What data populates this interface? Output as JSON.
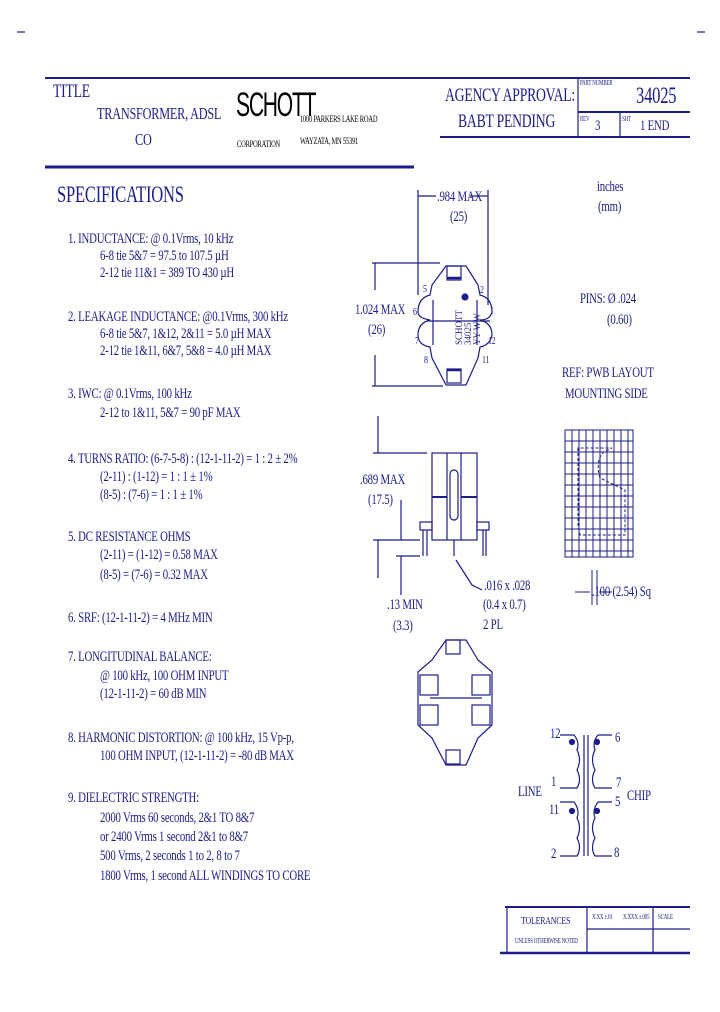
{
  "title_block": {
    "title_label": "TITLE",
    "title_line1": "TRANSFORMER, ADSL",
    "title_line2": "CO",
    "company_logo": "SCHOTT",
    "company_sub": "CORPORATION",
    "address_line1": "1000 PARKERS LAKE ROAD",
    "address_line2": "WAYZATA, MN  55391",
    "agency_line1": "AGENCY APPROVAL:",
    "agency_line2": "BABT PENDING",
    "part_number_label": "PART NUMBER",
    "part_number": "34025",
    "rev_label": "REV",
    "rev": "3",
    "sheet_label": "SHT",
    "sheet": "1 END"
  },
  "specifications": {
    "heading": "SPECIFICATIONS",
    "items": [
      {
        "title": "1. INDUCTANCE: @ 0.1Vrms, 10 kHz",
        "lines": [
          "6-8 tie 5&7 = 97.5 to 107.5 µH",
          "2-12 tie 11&1 = 389 TO 430 µH"
        ]
      },
      {
        "title": "2. LEAKAGE INDUCTANCE: @0.1Vrms, 300 kHz",
        "lines": [
          "6-8 tie 5&7, 1&12, 2&11 = 5.0 µH MAX",
          "2-12 tie 1&11, 6&7, 5&8 = 4.0 µH MAX"
        ]
      },
      {
        "title": "3. IWC: @ 0.1Vrms, 100 kHz",
        "lines": [
          "2-12 to 1&11, 5&7 = 90 pF MAX"
        ]
      },
      {
        "title": "4. TURNS RATIO: (6-7-5-8) : (12-1-11-2) = 1 : 2 ± 2%",
        "lines": [
          "(2-11) : (1-12) = 1 : 1 ± 1%",
          "(8-5) : (7-6) = 1 : 1 ± 1%"
        ]
      },
      {
        "title": "5. DC RESISTANCE OHMS",
        "lines": [
          "(2-11) = (1-12) = 0.58 MAX",
          "(8-5) = (7-6) = 0.32 MAX"
        ]
      },
      {
        "title": "6. SRF: (12-1-11-2) = 4 MHz MIN",
        "lines": []
      },
      {
        "title": "7. LONGITUDINAL BALANCE:",
        "lines": [
          "@ 100 kHz, 100 OHM INPUT",
          "(12-1-11-2) = 60 dB MIN"
        ]
      },
      {
        "title": "8. HARMONIC DISTORTION: @ 100 kHz, 15 Vp-p,",
        "lines": [
          "100 OHM INPUT, (12-1-11-2) = -80 dB MAX"
        ]
      },
      {
        "title": "9. DIELECTRIC STRENGTH:",
        "lines": [
          "2000 Vrms 60 seconds, 2&1 TO 8&7",
          "or 2400 Vrms 1 second 2&1 to 8&7",
          "500 Vrms, 2 seconds 1 to 2, 8 to 7",
          "1800 Vrms, 1 second ALL WINDINGS TO CORE"
        ]
      }
    ]
  },
  "drawing": {
    "units_line1": "inches",
    "units_line2": "(mm)",
    "width_dim": ".984 MAX",
    "width_dim_mm": "(25)",
    "length_dim": "1.024 MAX",
    "length_dim_mm": "(26)",
    "part_marking": [
      "SCHOTT",
      "34025",
      "YY WW"
    ],
    "pins_note": "PINS: Ø .024",
    "pins_note_mm": "(0.60)",
    "ref_line1": "REF: PWB LAYOUT",
    "ref_line2": "MOUNTING SIDE",
    "height_dim": ".689 MAX",
    "height_dim_mm": "(17.5)",
    "standoff_dim": ".13 MIN",
    "standoff_dim_mm": "(3.3)",
    "pin_dim": ".016 x .028",
    "pin_dim_mm": "(0.4 x 0.7)",
    "pin_qty": "2 PL",
    "grid_dim": ".100 (2.54) Sq",
    "pin_numbers_top": [
      "5",
      "6",
      "7",
      "8",
      "2",
      "1",
      "12",
      "11"
    ],
    "schematic": {
      "line_label": "LINE",
      "chip_label": "CHIP",
      "left_pins": [
        "12",
        "1",
        "11",
        "2"
      ],
      "right_pins": [
        "6",
        "7",
        "5",
        "8"
      ]
    }
  },
  "tolerance_block": {
    "heading": "TOLERANCES",
    "sub": "UNLESS OTHERWISE NOTED",
    "col1": "X.XX ±.01",
    "col2": "X.XXX ±.005",
    "scale_label": "SCALE"
  },
  "colors": {
    "ink": "#1c1c8a",
    "logo": "#000000"
  }
}
